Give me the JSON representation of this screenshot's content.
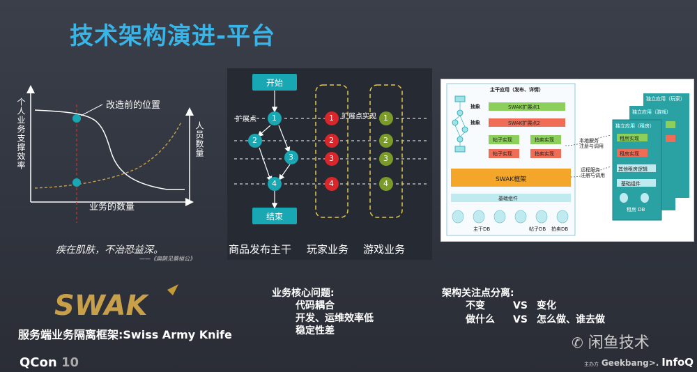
{
  "slide": {
    "title": "技术架构演进-平台"
  },
  "left_chart": {
    "y_axis_label": "个人业务支撑效率",
    "y2_axis_label": "人员数量",
    "x_axis_label": "业务的数量",
    "annotation": "改造前的位置",
    "quote": "疾在肌肤，不治恐益深。",
    "quote_source": "——《扁鹊见蔡桓公》"
  },
  "flow": {
    "start": "开始",
    "end": "结束",
    "ext_point": "扩展点",
    "ext_impl": "扩展点实现",
    "nodes": [
      "1",
      "2",
      "3",
      "4"
    ],
    "captions": [
      "商品发布主干",
      "玩家业务",
      "游戏业务"
    ],
    "colors": {
      "main": "#19a7b3",
      "player": "#d9262b",
      "game": "#7a9a2a",
      "dash": "#e5c84a"
    }
  },
  "arch": {
    "main_app": "主干应用（发布、详情）",
    "abstract1": "抽象",
    "abstract2": "抽象",
    "ext1": "SWAK扩展点1",
    "ext2": "SWAK扩展点2",
    "impl_a": "帖子实现",
    "impl_b": "拍卖实现",
    "impl_c": "帖子实现",
    "impl_d": "拍卖实现",
    "framework": "SWAK框架",
    "base": "基础组件",
    "local_service": "本地服务\n注册与调用",
    "remote_service": "远程服务\n注册与调用",
    "db_main": "主干DB",
    "db_post": "帖子DB",
    "db_auction": "拍卖DB",
    "app_play": "独立应用（玩家）",
    "app_game": "独立应用（游戏）",
    "app_rent": "独立应用（租房）",
    "rent_impl1": "租房实现",
    "rent_impl2": "租房实现",
    "rent_other": "其他租房逻辑",
    "rent_base": "基础组件",
    "rent_db": "租房 DB"
  },
  "bottom": {
    "logo": "SWAK",
    "subtitle": "服务端业务隔离框架:Swiss Army Knife",
    "core_title": "业务核心问题:",
    "core_items": [
      "代码耦合",
      "开发、运维效率低",
      "稳定性差"
    ],
    "focus_title": "架构关注点分离:",
    "focus_rows": [
      {
        "left": "不变",
        "vs": "VS",
        "right": "变化"
      },
      {
        "left": "做什么",
        "vs": "VS",
        "right": "怎么做、谁去做"
      }
    ]
  },
  "footer": {
    "qcon": "QCon",
    "qcon_num": "10",
    "wechat": "闲鱼技术",
    "sponsor_label": "主办方",
    "geekbang": "Geekbang>.",
    "infoq": "InfoQ"
  }
}
